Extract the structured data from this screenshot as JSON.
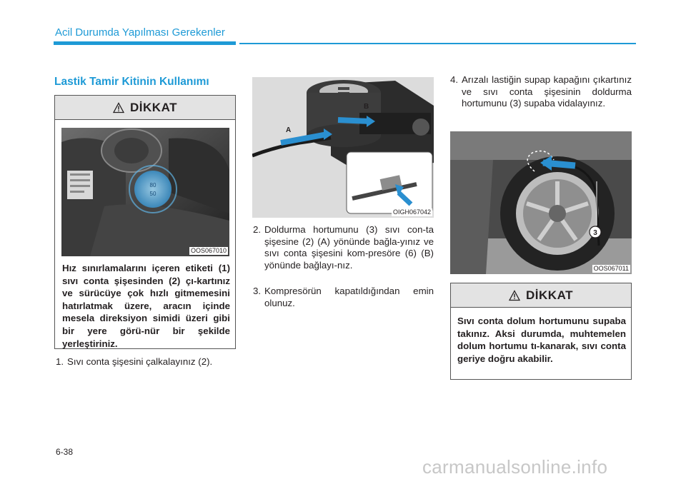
{
  "header": {
    "section_title": "Acil Durumda Yapılması Gerekenler"
  },
  "main": {
    "heading": "Lastik Tamir Kitinin Kullanımı",
    "caution_1": {
      "title": "DİKKAT",
      "image_code": "OOS067010",
      "speed_label_1": "80",
      "speed_label_2": "50",
      "text": "Hız sınırlamalarını içeren etiketi (1) sıvı conta şişesinden (2) çı-kartınız ve sürücüye çok hızlı gitmemesini hatırlatmak üzere, aracın içinde mesela direksiyon simidi üzeri gibi bir yere görü-nür bir şekilde yerleştiriniz."
    },
    "step_1": {
      "num": "1.",
      "text": "Sıvı conta şişesini çalkalayınız (2)."
    },
    "image_middle": {
      "code": "OIGH067042",
      "label_a": "A",
      "label_b": "B"
    },
    "step_2": {
      "num": "2.",
      "text": "Doldurma hortumunu (3) sıvı con-ta şişesine (2) (A) yönünde bağla-yınız ve sıvı conta şişesini kom-presöre (6) (B) yönünde bağlayı-nız."
    },
    "step_3": {
      "num": "3.",
      "text": "Kompresörün kapatıldığından emin olunuz."
    },
    "step_4": {
      "num": "4.",
      "text": "Arızalı lastiğin supap kapağını çıkartınız ve sıvı conta şişesinin doldurma hortumunu (3) supaba vidalayınız."
    },
    "image_right": {
      "code": "OOS067011",
      "label_3": "3"
    },
    "caution_2": {
      "title": "DİKKAT",
      "text": "Sıvı conta dolum hortumunu supaba takınız. Aksi durumda, muhtemelen dolum hortumu tı-kanarak, sıvı conta geriye doğru akabilir."
    }
  },
  "footer": {
    "page_number": "6-38",
    "watermark": "carmanualsonline.info"
  },
  "colors": {
    "accent": "#1e9ad6",
    "box_header": "#e3e3e3",
    "text": "#231f20"
  }
}
